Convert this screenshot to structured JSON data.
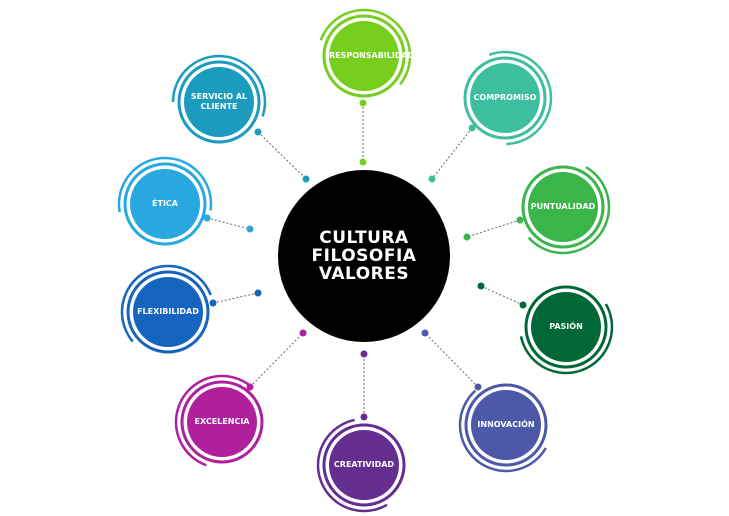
{
  "center": {
    "lines": [
      "CULTURA",
      "FILOSOFIA",
      "VALORES"
    ],
    "color": "#000000"
  },
  "nodes": [
    {
      "label": "RESPONSABILIDAD",
      "color": "#76cf1d"
    },
    {
      "label": "COMPROMISO",
      "color": "#3dbf9f"
    },
    {
      "label": "PUNTUALIDAD",
      "color": "#3ab54a"
    },
    {
      "label": "PASIÓN",
      "color": "#006837"
    },
    {
      "label": "INNOVACIÓN",
      "color": "#4e58a8"
    },
    {
      "label": "CREATIVIDAD",
      "color": "#662d91"
    },
    {
      "label": "EXCELENCIA",
      "color": "#b0209c"
    },
    {
      "label": "FLEXIBILIDAD",
      "color": "#1565c0"
    },
    {
      "label": "ÉTICA",
      "color": "#29a8e0"
    },
    {
      "label": "SERVICIO AL CLIENTE",
      "color": "#1b9bbd"
    }
  ]
}
